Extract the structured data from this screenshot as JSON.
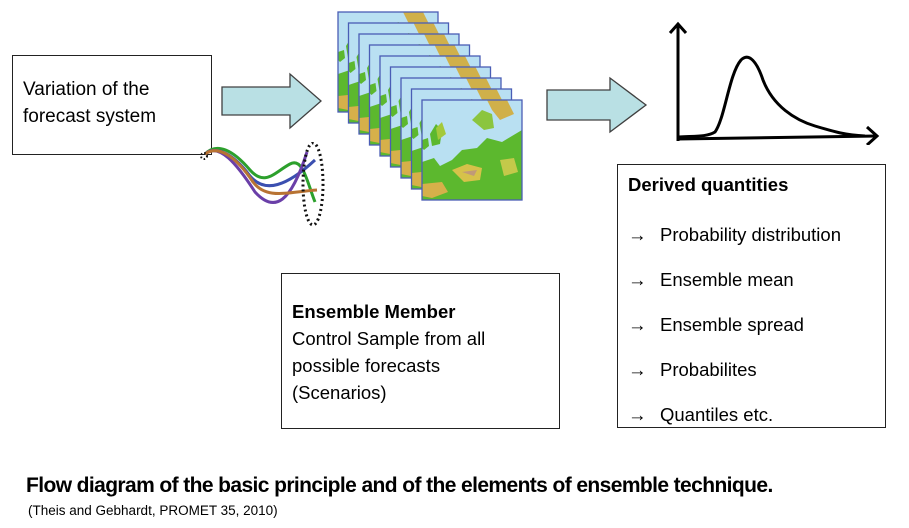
{
  "variation_box": {
    "line1": "Variation of the",
    "line2": "forecast system"
  },
  "ensemble_member_box": {
    "title": "Ensemble Member",
    "line1": "Control Sample from all",
    "line2": "possible forecasts",
    "line3": "(Scenarios)"
  },
  "derived_box": {
    "title": "Derived quantities",
    "arrow_glyph": "→",
    "items": [
      {
        "label": "Probability distribution"
      },
      {
        "label": "Ensemble mean"
      },
      {
        "label": "Ensemble spread"
      },
      {
        "label": "Probabilites"
      },
      {
        "label": "Quantiles etc."
      }
    ]
  },
  "flow_arrows": {
    "fill_color": "#b9e0e4",
    "stroke_color": "#404040"
  },
  "trajectory_colors": [
    "#2ca02c",
    "#3b4fb0",
    "#6a3fa8",
    "#b87333"
  ],
  "map_stack": {
    "count": 9,
    "sea_color": "#b9e0f2",
    "land_color": "#5cb82e",
    "frame_color": "#4a5db5"
  },
  "distribution_icon": {
    "shape": "right-skewed unimodal"
  },
  "caption": "Flow diagram of the basic principle and of the elements of ensemble technique.",
  "citation": "(Theis and Gebhardt, PROMET 35, 2010)"
}
